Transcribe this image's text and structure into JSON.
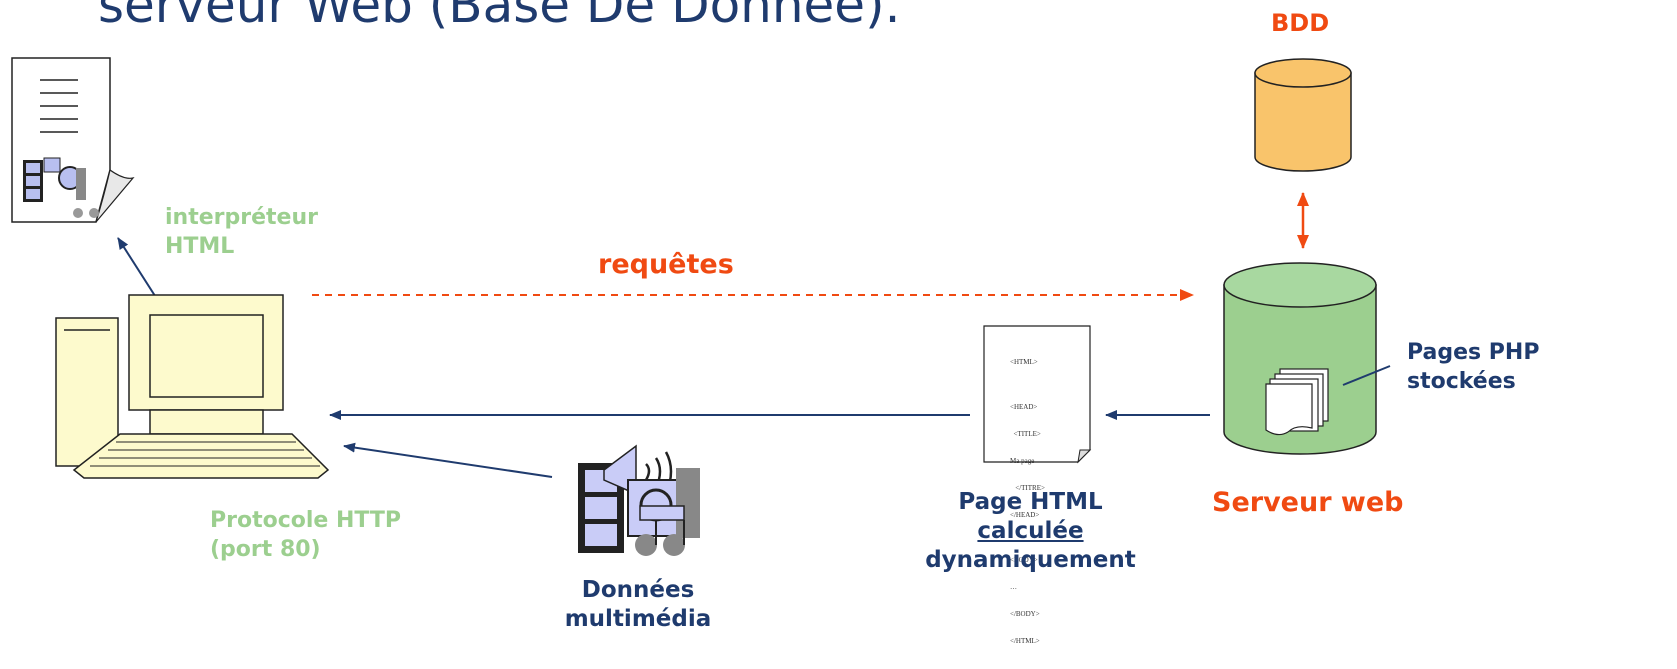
{
  "title": "serveur Web (Base De Donnée).",
  "labels": {
    "bdd": "BDD",
    "interpreteur_line1": "interpréteur",
    "interpreteur_line2": "HTML",
    "requetes": "requêtes",
    "pages_php_line1": "Pages PHP",
    "pages_php_line2": "stockées",
    "serveur_web": "Serveur web",
    "page_html_line1": "Page HTML",
    "page_html_line2": "calculée",
    "page_html_line3": "dynamiquement",
    "protocole_line1": "Protocole HTTP",
    "protocole_line2": "(port 80)",
    "donnees_line1": "Données",
    "donnees_line2": "multimédia"
  },
  "html_document_lines": [
    "<HTML>",
    "",
    "<HEAD>",
    "  <TITLE>",
    "Ma page",
    "   </TITRE>",
    "</HEAD>",
    "",
    "<BODY>",
    "…",
    "</BODY>",
    "</HTML>"
  ],
  "colors": {
    "navy": "#1f3b6e",
    "accent_red": "#f04a12",
    "green_label": "#9ccf8f",
    "server_fill": "#9ccf8f",
    "db_fill": "#f9c46b",
    "computer_fill": "#fdfacd"
  },
  "icons": [
    "document-icon",
    "multimedia-icon",
    "computer-icon",
    "database-icon",
    "server-icon",
    "php-pages-icon",
    "html-document-icon"
  ]
}
